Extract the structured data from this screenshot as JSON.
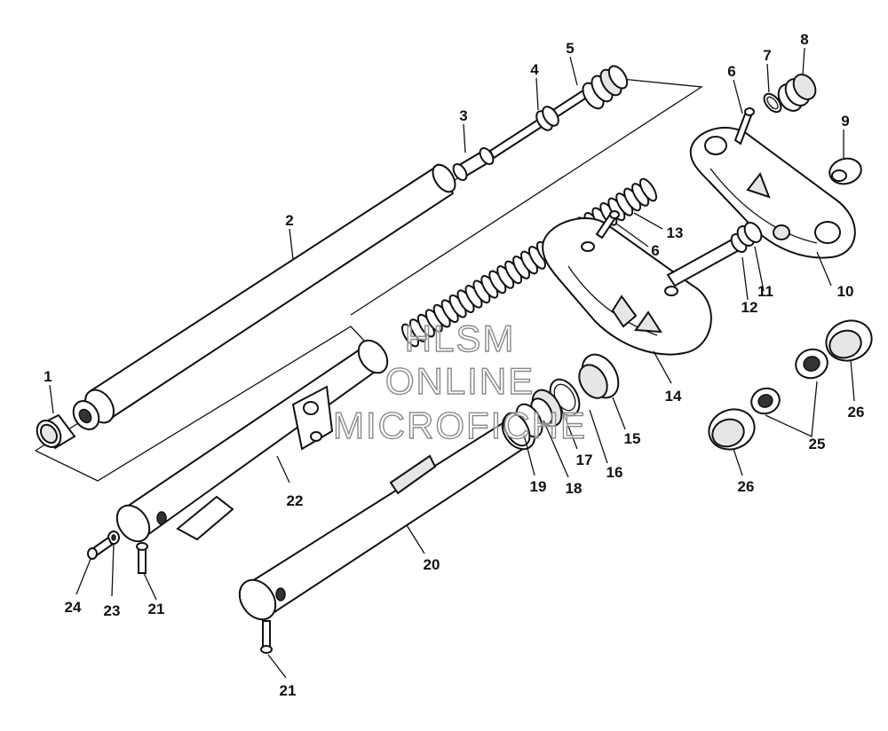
{
  "callouts": {
    "c1": "1",
    "c2": "2",
    "c3": "3",
    "c4": "4",
    "c5": "5",
    "c6a": "6",
    "c6b": "6",
    "c7": "7",
    "c8": "8",
    "c9": "9",
    "c10": "10",
    "c11": "11",
    "c12": "12",
    "c13": "13",
    "c14": "14",
    "c15": "15",
    "c16": "16",
    "c17": "17",
    "c18": "18",
    "c19": "19",
    "c20": "20",
    "c21a": "21",
    "c21b": "21",
    "c22": "22",
    "c23": "23",
    "c24": "24",
    "c25": "25",
    "c26a": "26",
    "c26b": "26"
  },
  "watermark": {
    "line1": "HLSM",
    "line2": "ONLINE",
    "line3": "MICROFICHE"
  },
  "colors": {
    "ink": "#111111",
    "paper": "#ffffff",
    "watermark_outline": "#8a8a8a"
  }
}
